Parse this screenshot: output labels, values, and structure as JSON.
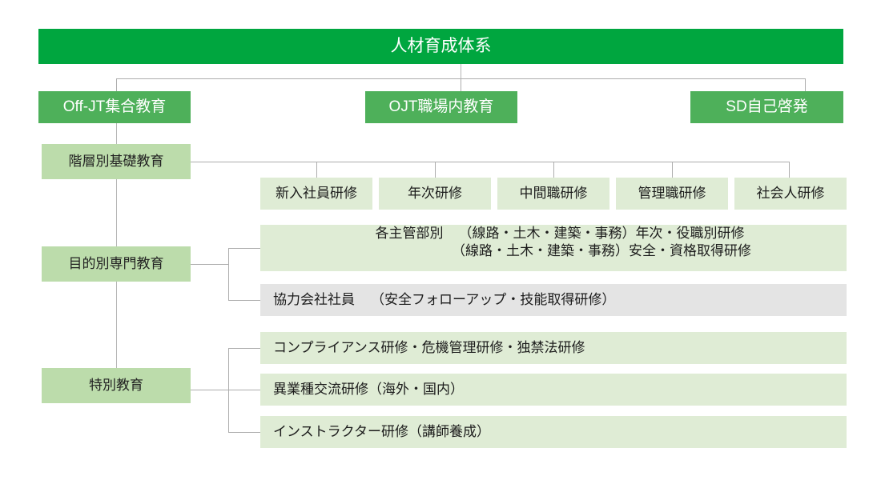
{
  "diagram": {
    "title": "人材育成体系",
    "colors": {
      "root": "#00a63f",
      "category": "#4eb05a",
      "subcategory": "#bcdcab",
      "leaf": "#dfecd5",
      "leaf_alt": "#e4e4e4",
      "connector": "#adadad"
    },
    "root": {
      "label": "人材育成体系"
    },
    "categories": [
      {
        "label": "Off-JT集合教育"
      },
      {
        "label": "OJT職場内教育"
      },
      {
        "label": "SD自己啓発"
      }
    ],
    "subcategories": [
      {
        "label": "階層別基礎教育"
      },
      {
        "label": "目的別専門教育"
      },
      {
        "label": "特別教育"
      }
    ],
    "basic_training": [
      {
        "label": "新入社員研修"
      },
      {
        "label": "年次研修"
      },
      {
        "label": "中間職研修"
      },
      {
        "label": "管理職研修"
      },
      {
        "label": "社会人研修"
      }
    ],
    "specialized_training": [
      {
        "label": "各主管部別",
        "lines": [
          "（線路・土木・建築・事務）年次・役職別研修",
          "（線路・土木・建築・事務）安全・資格取得研修"
        ]
      },
      {
        "label": "協力会社社員",
        "detail": "（安全フォローアップ・技能取得研修）"
      }
    ],
    "special_training": [
      {
        "label": "コンプライアンス研修・危機管理研修・独禁法研修"
      },
      {
        "label": "異業種交流研修（海外・国内）"
      },
      {
        "label": "インストラクター研修（講師養成）"
      }
    ]
  }
}
